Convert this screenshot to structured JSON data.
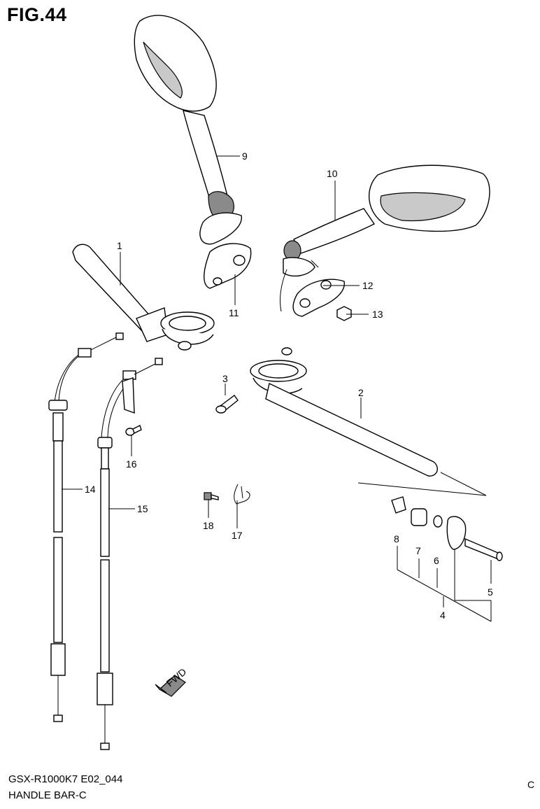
{
  "figure": {
    "title": "FIG.44",
    "model_code": "GSX-R1000K7 E02_044",
    "part_group": "HANDLE BAR-C",
    "edge_text": "C",
    "fwd_label": "FWD"
  },
  "callouts": [
    "1",
    "2",
    "3",
    "4",
    "5",
    "6",
    "7",
    "8",
    "9",
    "10",
    "11",
    "12",
    "13",
    "14",
    "15",
    "16",
    "17",
    "18"
  ]
}
